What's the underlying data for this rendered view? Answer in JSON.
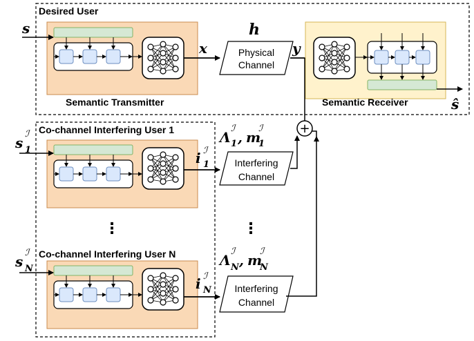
{
  "labels": {
    "desired_user": "Desired User",
    "semantic_transmitter": "Semantic Transmitter",
    "semantic_receiver": "Semantic Receiver",
    "cci_user_1": "Co-channel Interfering User 1",
    "cci_user_n": "Co-channel Interfering User N",
    "physical_channel_1": "Physical",
    "physical_channel_2": "Channel",
    "interfering_channel_1a": "Interfering",
    "interfering_channel_1b": "Channel",
    "interfering_channel_na": "Interfering",
    "interfering_channel_nb": "Channel",
    "adder": "+",
    "vdots": "⋮"
  },
  "symbols": {
    "s": "s",
    "s_hat": "ŝ",
    "h": "h",
    "x": "x",
    "y": "y",
    "s1_base": "s",
    "s1_sub": "1",
    "i1_base": "i",
    "i1_sub": "1",
    "sN_base": "s",
    "sN_sub": "N",
    "iN_base": "i",
    "iN_sub": "N",
    "interf_sup": "ℐ",
    "lambda1": "Λ",
    "lambda1_sub": "1",
    "m1": "m",
    "m1_sub": "1",
    "lambdaN": "Λ",
    "lambdaN_sub": "N",
    "mN": "m",
    "mN_sub": "N"
  },
  "colors": {
    "transmitter_fill": "#FAD9B6",
    "transmitter_stroke": "#C98A4D",
    "receiver_fill": "#FFF2CC",
    "receiver_stroke": "#D6B656",
    "green_bar": "#D5E8D4",
    "green_stroke": "#82B366",
    "blue_cell": "#DAE8FC",
    "blue_stroke": "#6C8EBF"
  }
}
